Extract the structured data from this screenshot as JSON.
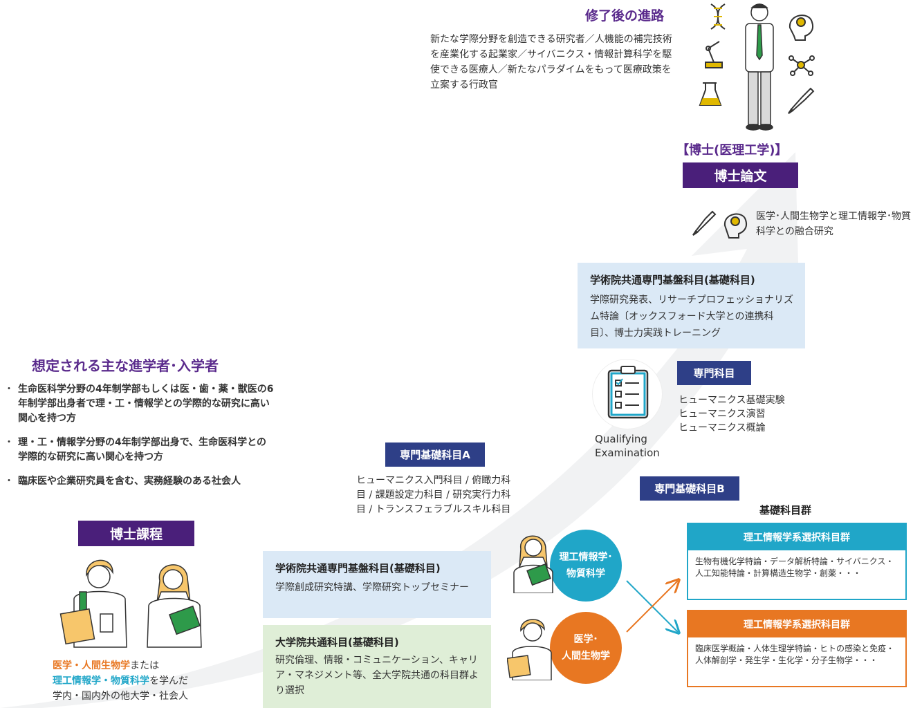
{
  "career": {
    "title": "修了後の進路",
    "body": "新たな学際分野を創造できる研究者／人機能の補完技術を産業化する起業家／サイバニクス・情報計算科学を駆使できる医療人／新たなパラダイムをもって医療政策を立案する行政官"
  },
  "degree": {
    "title": "【博士(医理工学)】",
    "thesis": "博士論文"
  },
  "fusion_research": "医学･人間生物学と理工情報学･物質科学との融合研究",
  "advanced_common": {
    "title": "学術院共通専門基盤科目(基礎科目)",
    "body": "学際研究発表、リサーチプロフェッショナリズム特論〔オックスフォード大学との連携科目〕、博士力実践トレーニング"
  },
  "senmon": {
    "label": "専門科目",
    "items": [
      "ヒューマニクス基礎実験",
      "ヒューマニクス演習",
      "ヒューマニクス概論"
    ]
  },
  "qualifying": [
    "Qualifying",
    "Examination"
  ],
  "target_students": {
    "title": "想定される主な進学者･入学者",
    "items": [
      "生命医科学分野の4年制学部もしくは医・歯・薬・獣医の6年制学部出身者で理・工・情報学との学際的な研究に高い関心を持つ方",
      "理・工・情報学分野の4年制学部出身で、生命医科学との学際的な研究に高い関心を持つ方",
      "臨床医や企業研究員を含む、実務経験のある社会人"
    ]
  },
  "course_label": "博士課程",
  "kiso_a": {
    "label": "専門基礎科目A",
    "body": "ヒューマニクス入門科目 / 俯瞰力科目 / 課題設定力科目 / 研究実行力科目 / トランスフェラブルスキル科目"
  },
  "kiso_b": {
    "label": "専門基礎科目B"
  },
  "basic_group_title": "基礎科目群",
  "select_science": {
    "title": "理工情報学系選択科目群",
    "body": "生物有機化学特論・データ解析特論・サイバニクス・人工知能特論・計算構造生物学・創薬・・・"
  },
  "select_medical": {
    "title": "理工情報学系選択科目群",
    "body": "臨床医学概論・人体生理学特論・ヒトの感染と免疫・人体解剖学・発生学・生化学・分子生物学・・・"
  },
  "circle_science": [
    "理工情報学･",
    "物質科学"
  ],
  "circle_medical": [
    "医学･",
    "人間生物学"
  ],
  "common_basic": {
    "title": "学術院共通専門基盤科目(基礎科目)",
    "body": "学際創成研究特講、学際研究トップセミナー"
  },
  "university_common": {
    "title": "大学院共通科目(基礎科目)",
    "body": "研究倫理、情報・コミュニケーション、キャリア・マネジメント等、全大学院共通の科目群より選択"
  },
  "origin": {
    "orange": "医学・人間生物学",
    "mid": "または",
    "cyan": "理工情報学・物質科学",
    "tail": "を学んだ",
    "line3": "学内・国内外の他大学・社会人"
  },
  "colors": {
    "purple": "#4a1f7a",
    "navy": "#2e3f87",
    "cyan": "#20a6c8",
    "orange": "#e87722"
  }
}
